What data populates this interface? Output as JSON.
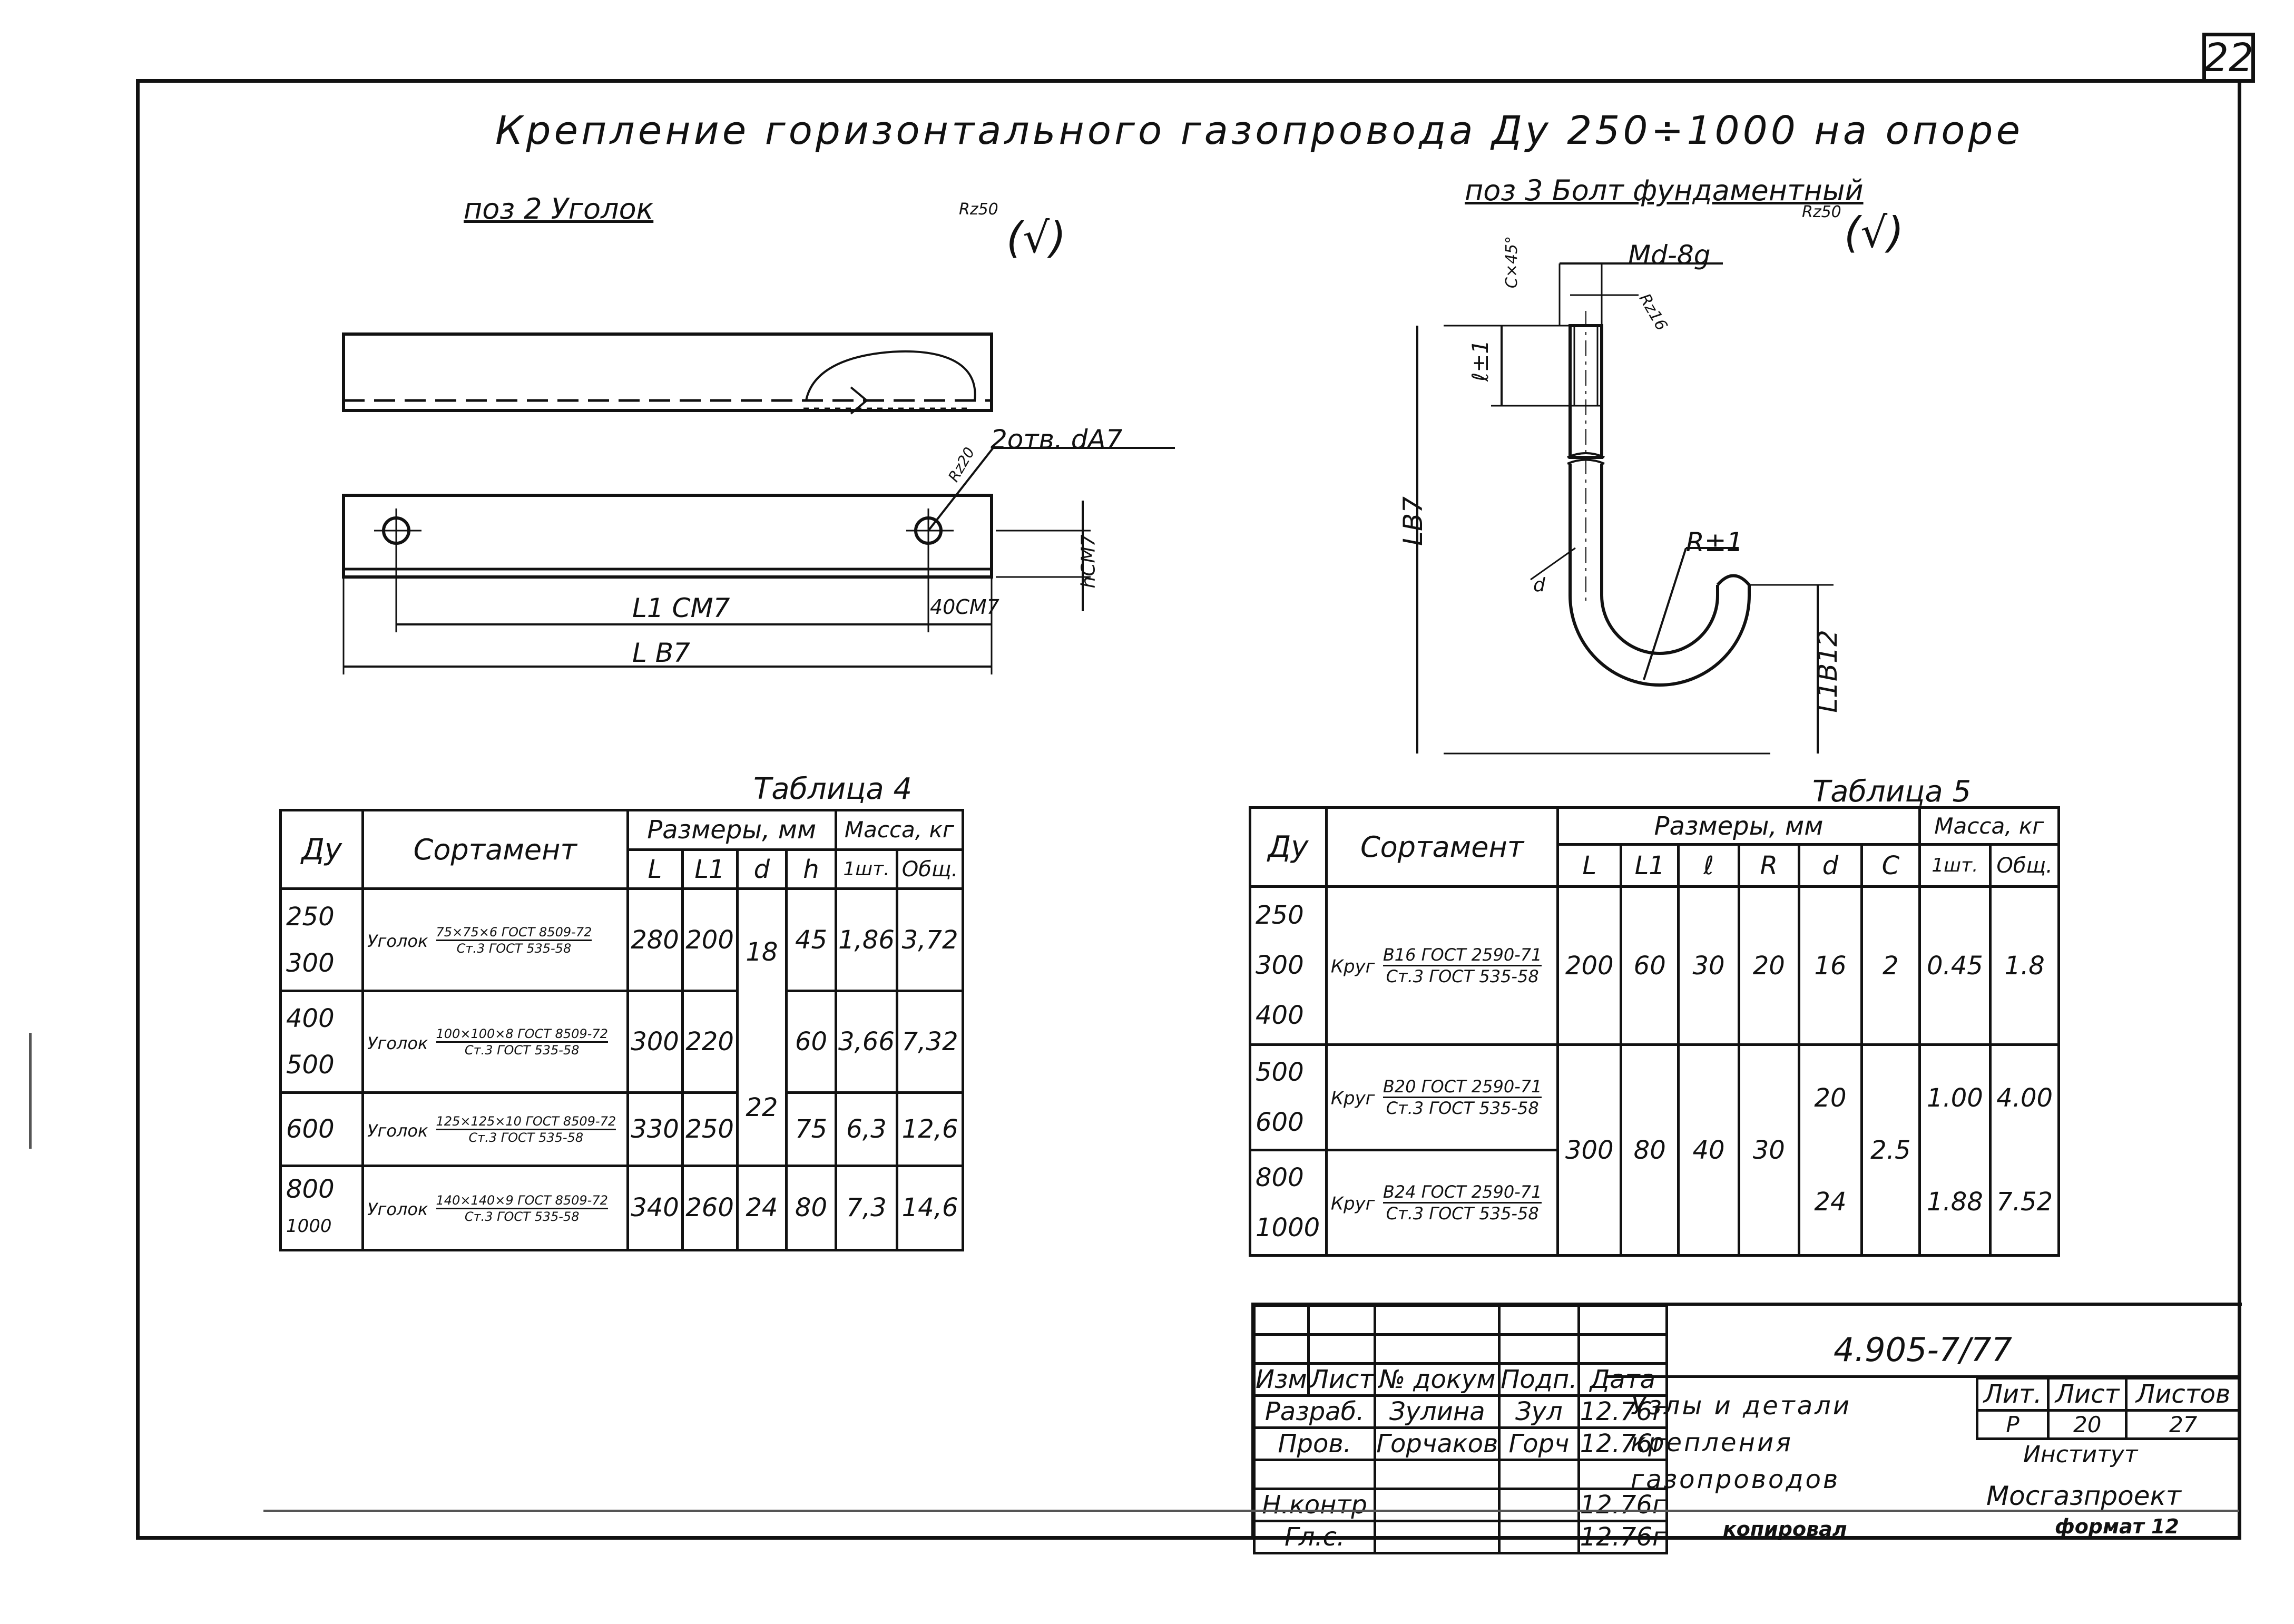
{
  "sheet_number": "22",
  "title": "Крепление горизонтального газопровода Ду 250÷1000 на опоре",
  "pos2": {
    "label": "поз 2 Уголок",
    "roughness": "Rz50",
    "roughness_symbol": "(√)",
    "hole_callout": "2отв. dA7",
    "rz_hole": "Rz20",
    "dim_L1": "L1 CM7",
    "dim_end": "40CM7",
    "dim_L": "L B7",
    "dim_h": "hCM7"
  },
  "pos3": {
    "label": "поз 3 Болт фундаментный",
    "roughness": "Rz50",
    "roughness_symbol": "(√)",
    "chamfer": "C×45°",
    "thread": "Md-8g",
    "rz_thread": "Rz16",
    "dim_l": "ℓ±1",
    "dim_L": "LB7",
    "dim_R": "R±1",
    "dim_L1": "L1B12",
    "dim_d": "d"
  },
  "table4": {
    "caption": "Таблица 4",
    "headers": {
      "du": "Ду",
      "sortament": "Сортамент",
      "sizes": "Размеры, мм",
      "mass": "Масса, кг",
      "L": "L",
      "L1": "L1",
      "d": "d",
      "h": "h",
      "one": "1шт.",
      "total": "Общ."
    },
    "du_values": [
      "250",
      "300",
      "400",
      "500",
      "600",
      "800",
      "1000"
    ],
    "rows": [
      {
        "sort_name": "Уголок",
        "sort_top": "75×75×6 ГОСТ 8509-72",
        "sort_bottom": "Ст.3 ГОСТ 535-58",
        "L": "280",
        "L1": "200",
        "h": "45",
        "one": "1,86",
        "total": "3,72"
      },
      {
        "sort_name": "Уголок",
        "sort_top": "100×100×8 ГОСТ 8509-72",
        "sort_bottom": "Ст.3 ГОСТ 535-58",
        "L": "300",
        "L1": "220",
        "h": "60",
        "one": "3,66",
        "total": "7,32"
      },
      {
        "sort_name": "Уголок",
        "sort_top": "125×125×10 ГОСТ 8509-72",
        "sort_bottom": "Ст.3 ГОСТ 535-58",
        "L": "330",
        "L1": "250",
        "h": "75",
        "one": "6,3",
        "total": "12,6"
      },
      {
        "sort_name": "Уголок",
        "sort_top": "140×140×9 ГОСТ 8509-72",
        "sort_bottom": "Ст.3 ГОСТ 535-58",
        "L": "340",
        "L1": "260",
        "h": "80",
        "one": "7,3",
        "total": "14,6"
      }
    ],
    "d_values": [
      "18",
      "22",
      "24"
    ]
  },
  "table5": {
    "caption": "Таблица 5",
    "headers": {
      "du": "Ду",
      "sortament": "Сортамент",
      "sizes": "Размеры, мм",
      "mass": "Масса, кг",
      "L": "L",
      "L1": "L1",
      "l": "ℓ",
      "R": "R",
      "d": "d",
      "C": "C",
      "one": "1шт.",
      "total": "Общ."
    },
    "du_values": [
      "250",
      "300",
      "400",
      "500",
      "600",
      "800",
      "1000"
    ],
    "sort": [
      {
        "name": "Круг",
        "top": "В16 ГОСТ 2590-71",
        "bottom": "Ст.3 ГОСТ 535-58"
      },
      {
        "name": "Круг",
        "top": "В20 ГОСТ 2590-71",
        "bottom": "Ст.3 ГОСТ 535-58"
      },
      {
        "name": "Круг",
        "top": "В24 ГОСТ 2590-71",
        "bottom": "Ст.3 ГОСТ 535-58"
      }
    ],
    "block1": {
      "L": "200",
      "L1": "60",
      "l": "30",
      "R": "20",
      "d": "16",
      "C": "2",
      "one": "0.45",
      "total": "1.8"
    },
    "block2": {
      "L": "300",
      "L1": "80",
      "l": "40",
      "R": "30",
      "C": "2.5"
    },
    "d_b": "20",
    "d_c": "24",
    "mass_b": {
      "one": "1.00",
      "total": "4.00"
    },
    "mass_c": {
      "one": "1.88",
      "total": "7.52"
    }
  },
  "stamp": {
    "doc_code": "4.905-7/77",
    "head": [
      "Изм",
      "Лист",
      "№ докум",
      "Подп.",
      "Дата"
    ],
    "rows": [
      {
        "role": "Разраб.",
        "name": "Зулина",
        "sign": "Зул",
        "date": "12.76г"
      },
      {
        "role": "Пров.",
        "name": "Горчаков",
        "sign": "Горч",
        "date": "12.76г"
      },
      {
        "role": "Н.контр",
        "name": "",
        "sign": "",
        "date": "12.76г"
      },
      {
        "role": "Гл.с.",
        "name": "",
        "sign": "",
        "date": "12.76г"
      }
    ],
    "doc_title_1": "Узлы и детали",
    "doc_title_2": "крепления",
    "doc_title_3": "газопроводов",
    "lit_label": "Лит.",
    "sheet_label": "Лист",
    "sheets_label": "Листов",
    "lit_value": "Р",
    "sheet_value": "20",
    "sheets_value": "27",
    "org_1": "Институт",
    "org_2": "Мосгазпроект",
    "copied": "копировал",
    "format": "формат 12"
  }
}
